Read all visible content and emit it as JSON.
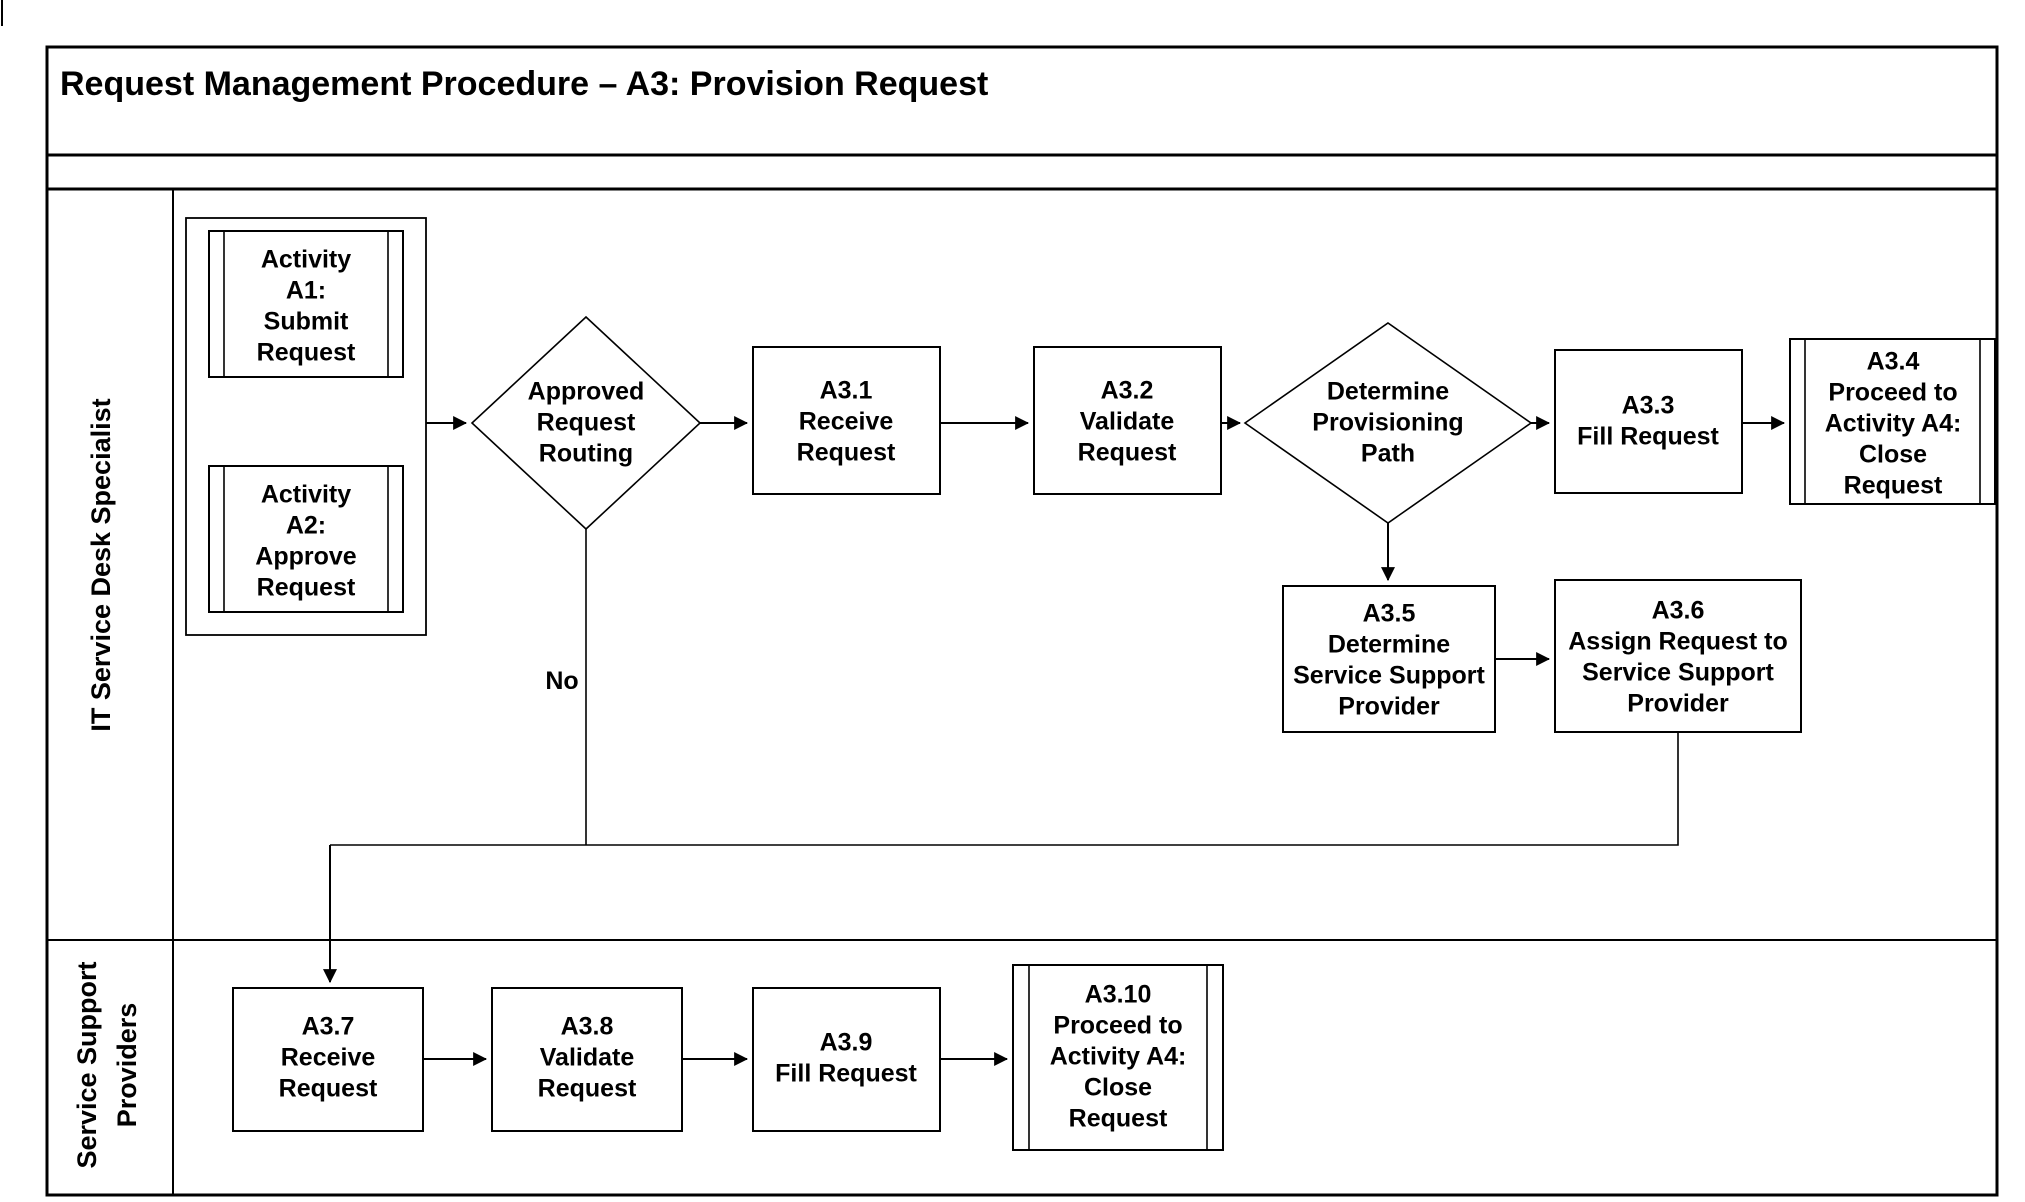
{
  "diagram": {
    "title": "Request Management Procedure – A3: Provision Request",
    "type": "flowchart-swimlane",
    "lanes": [
      {
        "id": "lane-it-service-desk",
        "label": "IT Service Desk Specialist"
      },
      {
        "id": "lane-service-support",
        "label": "Service Support Providers"
      }
    ],
    "nodes": [
      {
        "id": "activity-a1",
        "shape": "predefined-process",
        "lane": "lane-it-service-desk",
        "lines": [
          "Activity",
          "A1:",
          "Submit",
          "Request"
        ]
      },
      {
        "id": "activity-a2",
        "shape": "predefined-process",
        "lane": "lane-it-service-desk",
        "lines": [
          "Activity",
          "A2:",
          "Approve",
          "Request"
        ]
      },
      {
        "id": "decision-approved-routing",
        "shape": "decision",
        "lane": "lane-it-service-desk",
        "lines": [
          "Approved",
          "Request",
          "Routing"
        ]
      },
      {
        "id": "a3-1",
        "shape": "process",
        "lane": "lane-it-service-desk",
        "lines": [
          "A3.1",
          "Receive",
          "Request"
        ]
      },
      {
        "id": "a3-2",
        "shape": "process",
        "lane": "lane-it-service-desk",
        "lines": [
          "A3.2",
          "Validate",
          "Request"
        ]
      },
      {
        "id": "decision-provisioning-path",
        "shape": "decision",
        "lane": "lane-it-service-desk",
        "lines": [
          "Determine",
          "Provisioning",
          "Path"
        ]
      },
      {
        "id": "a3-3",
        "shape": "process",
        "lane": "lane-it-service-desk",
        "lines": [
          "A3.3",
          "Fill Request"
        ]
      },
      {
        "id": "a3-4",
        "shape": "predefined-process",
        "lane": "lane-it-service-desk",
        "lines": [
          "A3.4",
          "Proceed to",
          "Activity A4:",
          "Close",
          "Request"
        ]
      },
      {
        "id": "a3-5",
        "shape": "process",
        "lane": "lane-it-service-desk",
        "lines": [
          "A3.5",
          "Determine",
          "Service Support",
          "Provider"
        ]
      },
      {
        "id": "a3-6",
        "shape": "process",
        "lane": "lane-it-service-desk",
        "lines": [
          "A3.6",
          "Assign Request to",
          "Service Support",
          "Provider"
        ]
      },
      {
        "id": "a3-7",
        "shape": "process",
        "lane": "lane-service-support",
        "lines": [
          "A3.7",
          "Receive",
          "Request"
        ]
      },
      {
        "id": "a3-8",
        "shape": "process",
        "lane": "lane-service-support",
        "lines": [
          "A3.8",
          "Validate",
          "Request"
        ]
      },
      {
        "id": "a3-9",
        "shape": "process",
        "lane": "lane-service-support",
        "lines": [
          "A3.9",
          "Fill Request"
        ]
      },
      {
        "id": "a3-10",
        "shape": "predefined-process",
        "lane": "lane-service-support",
        "lines": [
          "A3.10",
          "Proceed to",
          "Activity A4:",
          "Close",
          "Request"
        ]
      }
    ],
    "edge_labels": [
      {
        "id": "edge-label-no",
        "text": "No"
      }
    ],
    "colors": {
      "stroke": "#000000",
      "fill": "#ffffff",
      "text": "#000000"
    }
  },
  "nodes": {
    "activity_a1": {
      "l0": "Activity",
      "l1": "A1:",
      "l2": "Submit",
      "l3": "Request"
    },
    "activity_a2": {
      "l0": "Activity",
      "l1": "A2:",
      "l2": "Approve",
      "l3": "Request"
    },
    "decision_routing": {
      "l0": "Approved",
      "l1": "Request",
      "l2": "Routing"
    },
    "a3_1": {
      "l0": "A3.1",
      "l1": "Receive",
      "l2": "Request"
    },
    "a3_2": {
      "l0": "A3.2",
      "l1": "Validate",
      "l2": "Request"
    },
    "decision_path": {
      "l0": "Determine",
      "l1": "Provisioning",
      "l2": "Path"
    },
    "a3_3": {
      "l0": "A3.3",
      "l1": "Fill Request"
    },
    "a3_4": {
      "l0": "A3.4",
      "l1": "Proceed to",
      "l2": "Activity A4:",
      "l3": "Close",
      "l4": "Request"
    },
    "a3_5": {
      "l0": "A3.5",
      "l1": "Determine",
      "l2": "Service Support",
      "l3": "Provider"
    },
    "a3_6": {
      "l0": "A3.6",
      "l1": "Assign Request to",
      "l2": "Service Support",
      "l3": "Provider"
    },
    "a3_7": {
      "l0": "A3.7",
      "l1": "Receive",
      "l2": "Request"
    },
    "a3_8": {
      "l0": "A3.8",
      "l1": "Validate",
      "l2": "Request"
    },
    "a3_9": {
      "l0": "A3.9",
      "l1": "Fill Request"
    },
    "a3_10": {
      "l0": "A3.10",
      "l1": "Proceed to",
      "l2": "Activity A4:",
      "l3": "Close",
      "l4": "Request"
    }
  },
  "header": {
    "title": "Request Management Procedure – A3: Provision Request"
  },
  "lanes": {
    "lane1": {
      "label": "IT Service Desk Specialist"
    },
    "lane2_line1": {
      "label": "Service Support"
    },
    "lane2_line2": {
      "label": "Providers"
    }
  },
  "labels": {
    "no": "No"
  }
}
